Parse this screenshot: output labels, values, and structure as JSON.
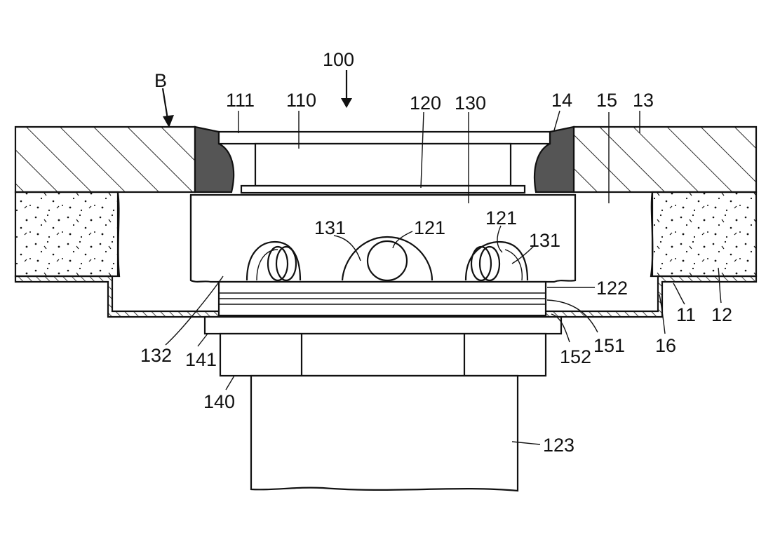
{
  "labels": {
    "l100": "100",
    "lB": "B",
    "l111": "111",
    "l110": "110",
    "l120": "120",
    "l130": "130",
    "l14": "14",
    "l15": "15",
    "l13": "13",
    "l131a": "131",
    "l121a": "121",
    "l121b": "121",
    "l131b": "131",
    "l122": "122",
    "l132": "132",
    "l141": "141",
    "l152": "152",
    "l151": "151",
    "l16": "16",
    "l11": "11",
    "l12": "12",
    "l140": "140",
    "l123": "123"
  },
  "colors": {
    "line": "#111111",
    "seal": "#555555",
    "background": "#ffffff"
  }
}
